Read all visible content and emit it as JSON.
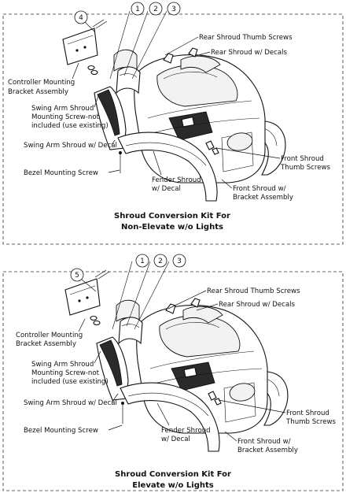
{
  "kits": [
    {
      "title_line1": "Shroud Conversion Kit For",
      "title_line2": "Non-Elevate w/o Lights",
      "item_number": "4",
      "callouts": [
        "1",
        "2",
        "3"
      ],
      "labels": {
        "controller_bracket_line1": "Controller Mounting",
        "controller_bracket_line2": "Bracket Assembly",
        "swing_arm_screw_line1": "Swing Arm Shroud",
        "swing_arm_screw_line2": "Mounting Screw-not",
        "swing_arm_screw_line3": "included (use existing)",
        "swing_arm_shroud": "Swing Arm Shroud w/ Decal",
        "bezel_screw": "Bezel Mounting Screw",
        "fender_line1": "Fender Shroud",
        "fender_line2": "w/ Decal",
        "rear_thumb_screws": "Rear Shroud Thumb Screws",
        "rear_shroud": "Rear Shroud w/ Decals",
        "front_thumb_line1": "Front Shroud",
        "front_thumb_line2": "Thumb Screws",
        "front_shroud_line1": "Front Shroud w/",
        "front_shroud_line2": "Bracket Assembly"
      }
    },
    {
      "title_line1": "Shroud Conversion Kit For",
      "title_line2": "Elevate w/o Lights",
      "item_number": "5",
      "callouts": [
        "1",
        "2",
        "3"
      ],
      "labels": {
        "controller_bracket_line1": "Controller Mounting",
        "controller_bracket_line2": "Bracket Assembly",
        "swing_arm_screw_line1": "Swing Arm Shroud",
        "swing_arm_screw_line2": "Mounting Screw-not",
        "swing_arm_screw_line3": "included (use existing)",
        "swing_arm_shroud": "Swing Arm Shroud w/ Decal",
        "bezel_screw": "Bezel Mounting Screw",
        "fender_line1": "Fender Shroud",
        "fender_line2": "w/ Decal",
        "rear_thumb_screws": "Rear Shroud Thumb Screws",
        "rear_shroud": "Rear Shroud w/ Decals",
        "front_thumb_line1": "Front Shroud",
        "front_thumb_line2": "Thumb Screws",
        "front_shroud_line1": "Front Shroud w/",
        "front_shroud_line2": "Bracket Assembly"
      }
    }
  ]
}
